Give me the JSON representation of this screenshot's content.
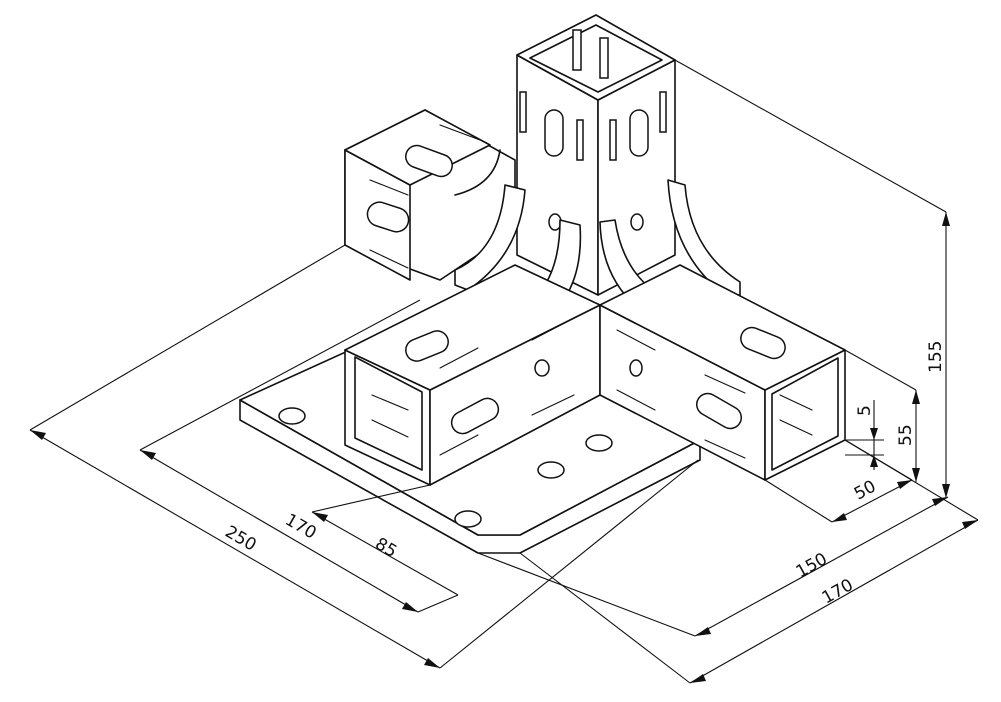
{
  "dimensions": {
    "overall_length": "250",
    "base_width_left": "170",
    "base_half": "85",
    "base_depth": "150",
    "base_width_right": "170",
    "arm_width": "50",
    "arm_height": "55",
    "plate_thickness": "5",
    "total_height": "155"
  }
}
